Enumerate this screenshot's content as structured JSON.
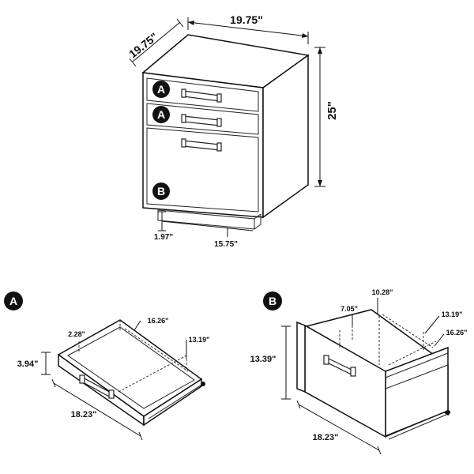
{
  "main_view": {
    "dim_width": "19.75\"",
    "dim_depth": "19.75\"",
    "dim_height": "25\"",
    "dim_base_height": "1.97\"",
    "dim_base_width": "15.75\"",
    "callout_drawer_1": "A",
    "callout_drawer_2": "A",
    "callout_drawer_3": "B"
  },
  "detail_a": {
    "badge": "A",
    "dim_height": "3.94\"",
    "dim_width": "18.23\"",
    "dim_side": "2.28\"",
    "dim_inner_depth": "16.26\"",
    "dim_inner_width": "13.19\""
  },
  "detail_b": {
    "badge": "B",
    "dim_height": "13.39\"",
    "dim_width": "18.23\"",
    "dim_top_depth": "10.28\"",
    "dim_side": "7.05\"",
    "dim_inner_width": "13.19\"",
    "dim_inner_depth": "16.26\""
  },
  "colors": {
    "line": "#111111",
    "badge_fill": "#111111",
    "badge_text": "#ffffff"
  }
}
